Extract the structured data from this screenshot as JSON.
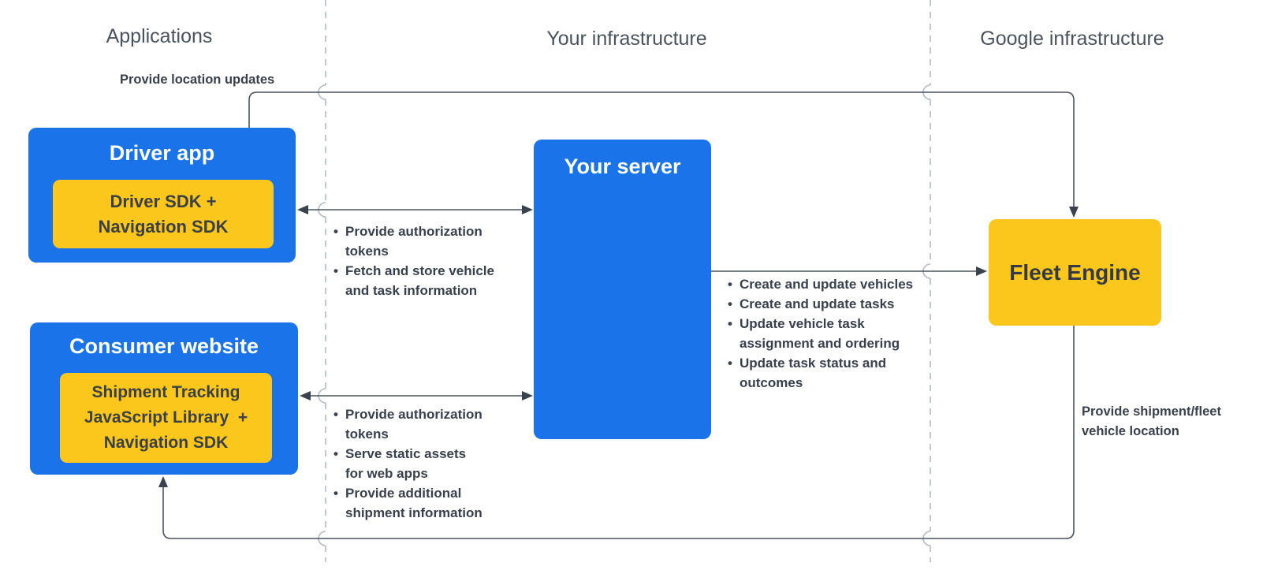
{
  "headers": {
    "applications": "Applications",
    "your_infrastructure": "Your infrastructure",
    "google_infrastructure": "Google infrastructure"
  },
  "boxes": {
    "driver_app": {
      "title": "Driver app",
      "sdk_text": "Driver SDK +\nNavigation SDK"
    },
    "consumer_website": {
      "title": "Consumer website",
      "sdk_text": "Shipment Tracking\nJavaScript Library  +\nNavigation SDK"
    },
    "your_server": {
      "title": "Your server"
    },
    "fleet_engine": {
      "title": "Fleet Engine"
    }
  },
  "edge_labels": {
    "provide_location_updates": "Provide location updates",
    "provide_shipment_fleet": "Provide shipment/fleet\nvehicle location"
  },
  "bullet_lists": {
    "driver_to_server": {
      "items": [
        "Provide authorization\ntokens",
        "Fetch and store vehicle\nand task information"
      ]
    },
    "server_to_fleet": {
      "items": [
        "Create and update vehicles",
        "Create and update tasks",
        "Update vehicle task\nassignment and ordering",
        "Update task status and\noutcomes"
      ]
    },
    "consumer_to_server": {
      "items": [
        "Provide authorization\ntokens",
        "Serve static assets\nfor web apps",
        "Provide additional\nshipment information"
      ]
    }
  },
  "colors": {
    "box_blue": "#1a73e8",
    "box_yellow": "#fcc71d",
    "connector_line": "#4b535f",
    "arrowhead": "#3a424d",
    "lane_divider": "#b4bac3",
    "heading_text": "#49525e",
    "label_text": "#39404d"
  }
}
